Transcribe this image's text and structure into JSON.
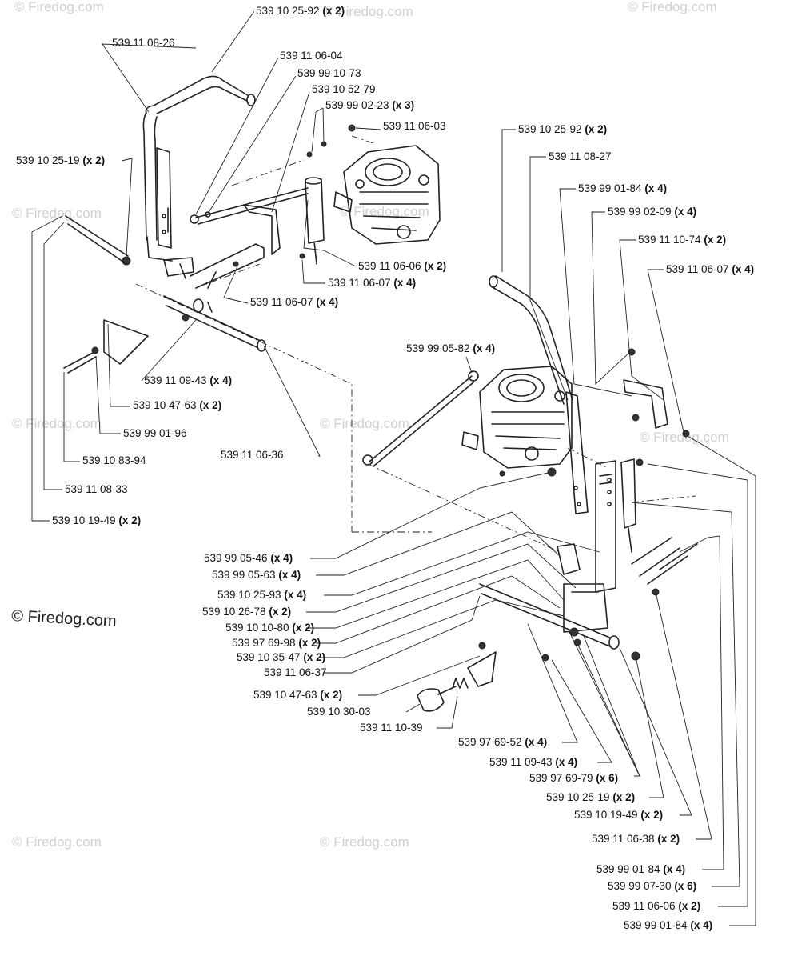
{
  "watermarks": [
    "© Firedog.com",
    "© Firedog.com",
    "© Firedog.com",
    "© Firedog.com",
    "© Firedog.com",
    "© Firedog.com",
    "© Firedog.com",
    "© Firedog.com",
    "© Firedog.com",
    "© Firedog.com"
  ],
  "copyright": "© Firedog.com",
  "callouts": [
    {
      "part": "539 10 25-92",
      "qty": "(x 2)"
    },
    {
      "part": "539 11 08-26",
      "qty": ""
    },
    {
      "part": "539 11 06-04",
      "qty": ""
    },
    {
      "part": "539 99 10-73",
      "qty": ""
    },
    {
      "part": "539 10 52-79",
      "qty": ""
    },
    {
      "part": "539 99 02-23",
      "qty": "(x 3)"
    },
    {
      "part": "539 11 06-03",
      "qty": ""
    },
    {
      "part": "539 10 25-19",
      "qty": "(x 2)"
    },
    {
      "part": "539 11 06-06",
      "qty": "(x 2)"
    },
    {
      "part": "539 11 06-07",
      "qty": "(x 4)"
    },
    {
      "part": "539 11 06-07",
      "qty": "(x 4)"
    },
    {
      "part": "539 11 09-43",
      "qty": "(x 4)"
    },
    {
      "part": "539 10 47-63",
      "qty": "(x 2)"
    },
    {
      "part": "539 99 01-96",
      "qty": ""
    },
    {
      "part": "539 10 83-94",
      "qty": ""
    },
    {
      "part": "539 11 08-33",
      "qty": ""
    },
    {
      "part": "539 10 19-49",
      "qty": "(x 2)"
    },
    {
      "part": "539 11 06-36",
      "qty": ""
    },
    {
      "part": "539 10 25-92",
      "qty": "(x 2)"
    },
    {
      "part": "539 11 08-27",
      "qty": ""
    },
    {
      "part": "539 99 01-84",
      "qty": "(x 4)"
    },
    {
      "part": "539 99 02-09",
      "qty": "(x 4)"
    },
    {
      "part": "539 11 10-74",
      "qty": "(x 2)"
    },
    {
      "part": "539 11 06-07",
      "qty": "(x 4)"
    },
    {
      "part": "539 99 05-82",
      "qty": "(x 4)"
    },
    {
      "part": "539 99 05-46",
      "qty": "(x 4)"
    },
    {
      "part": "539 99 05-63",
      "qty": "(x 4)"
    },
    {
      "part": "539 10 25-93",
      "qty": "(x 4)"
    },
    {
      "part": "539 10 26-78",
      "qty": "(x 2)"
    },
    {
      "part": "539 10 10-80",
      "qty": "(x 2)"
    },
    {
      "part": "539 97 69-98",
      "qty": "(x 2)"
    },
    {
      "part": "539 10 35-47",
      "qty": "(x 2)"
    },
    {
      "part": "539 11 06-37",
      "qty": ""
    },
    {
      "part": "539 10 47-63",
      "qty": "(x 2)"
    },
    {
      "part": "539 10 30-03",
      "qty": ""
    },
    {
      "part": "539 11 10-39",
      "qty": ""
    },
    {
      "part": "539 97 69-52",
      "qty": "(x 4)"
    },
    {
      "part": "539 11 09-43",
      "qty": "(x 4)"
    },
    {
      "part": "539 97 69-79",
      "qty": "(x 6)"
    },
    {
      "part": "539 10 25-19",
      "qty": "(x 2)"
    },
    {
      "part": "539 10 19-49",
      "qty": "(x 2)"
    },
    {
      "part": "539 11 06-38",
      "qty": "(x 2)"
    },
    {
      "part": "539 99 01-84",
      "qty": "(x 4)"
    },
    {
      "part": "539 99 07-30",
      "qty": "(x 6)"
    },
    {
      "part": "539 11 06-06",
      "qty": "(x 2)"
    },
    {
      "part": "539 99 01-84",
      "qty": "(x 4)"
    }
  ]
}
